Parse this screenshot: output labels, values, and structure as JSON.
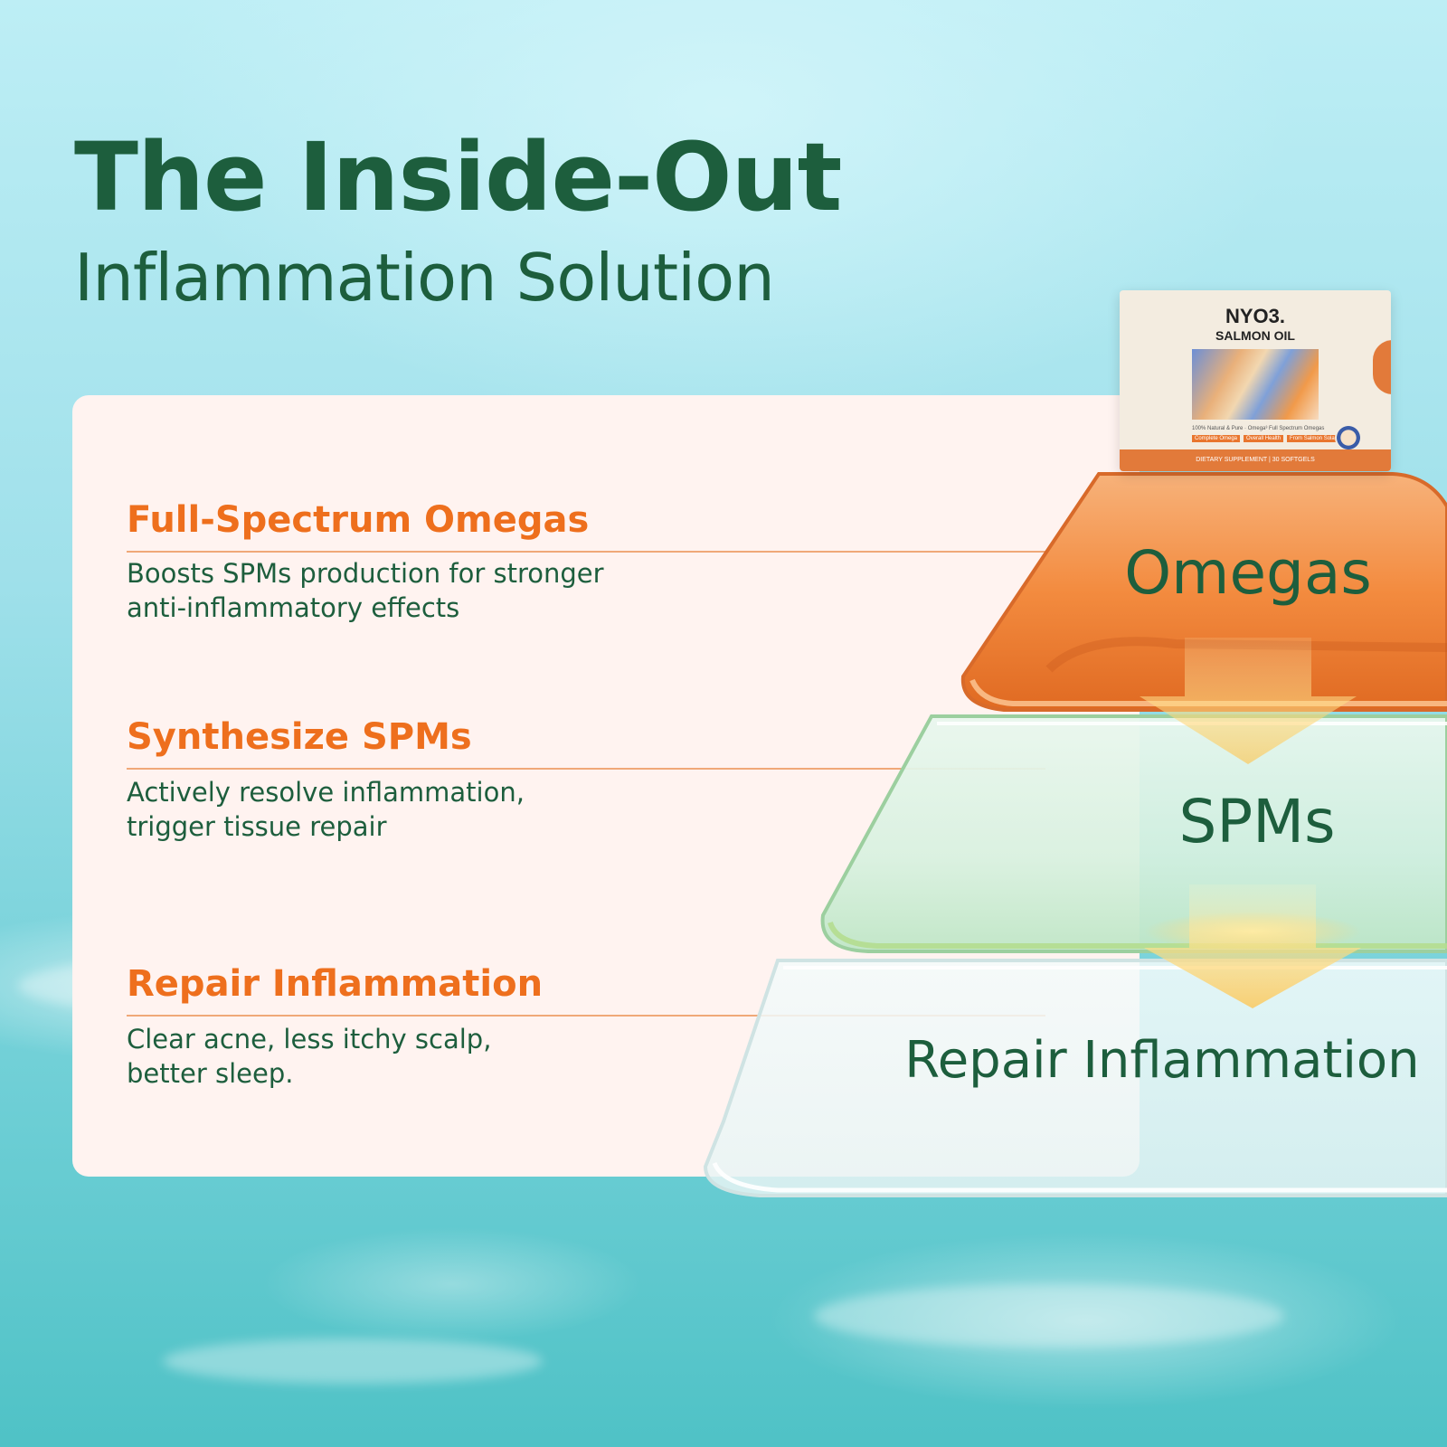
{
  "headline": {
    "title": "The Inside-Out",
    "subtitle": "Inflammation Solution"
  },
  "features": [
    {
      "heading": "Full-Spectrum Omegas",
      "lines": [
        "Boosts SPMs production for stronger",
        "anti-inflammatory effects"
      ]
    },
    {
      "heading": "Synthesize SPMs",
      "lines": [
        "Actively resolve inflammation,",
        "trigger tissue repair"
      ]
    },
    {
      "heading": "Repair Inflammation",
      "lines": [
        "Clear acne, less itchy scalp,",
        "better sleep."
      ]
    }
  ],
  "pyramid": {
    "tiers": [
      "Omegas",
      "SPMs",
      "Repair Inflammation"
    ]
  },
  "product": {
    "brand": "NYO3.",
    "name": "SALMON OIL",
    "fine_print": "100% Natural & Pure · Omega³ Full Spectrum Omegas",
    "tags": [
      "Complete Omega",
      "Overall Health",
      "From Salmon Sola"
    ],
    "band_text": "DIETARY SUPPLEMENT | 30 SOFTGELS"
  },
  "colors": {
    "heading_green": "#1d5e3d",
    "accent_orange": "#ee6f1d",
    "panel": "#fff3f0"
  }
}
